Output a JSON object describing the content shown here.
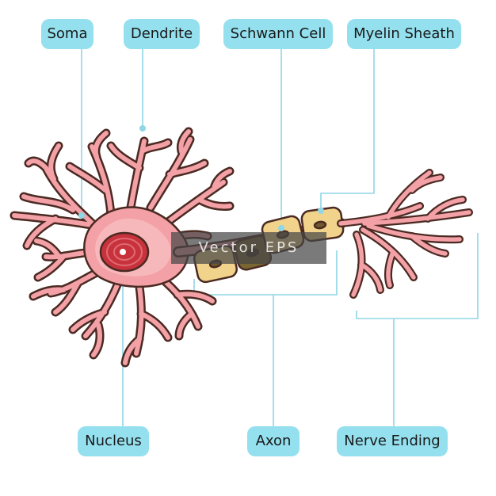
{
  "labels": {
    "soma": "Soma",
    "dendrite": "Dendrite",
    "schwann_cell": "Schwann Cell",
    "myelin_sheath": "Myelin Sheath",
    "nucleus": "Nucleus",
    "axon": "Axon",
    "nerve_ending": "Nerve Ending"
  },
  "watermark": "Vector EPS",
  "colors": {
    "label_bg": "#94e0ee",
    "leader_line": "#8fd6e6",
    "cell_body": "#f3a0a6",
    "cell_outline": "#4a2a22",
    "nucleus": "#c8323c",
    "myelin": "#f2d38c",
    "myelin_dark": "#6e5a2c"
  }
}
